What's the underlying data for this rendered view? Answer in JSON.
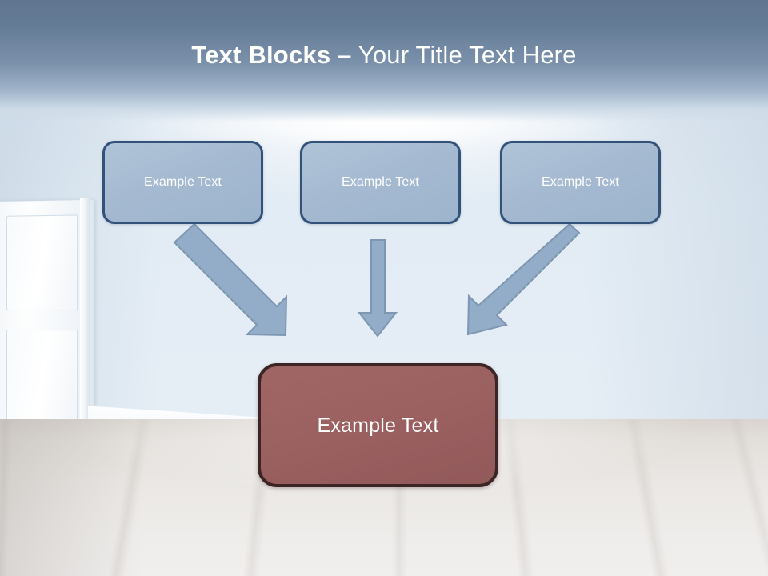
{
  "slide": {
    "title_strong": "Text Blocks –",
    "title_light": "Your Title Text Here",
    "background_description": "empty room with light blue walls, white paneled door and pale wood floor"
  },
  "colors": {
    "banner_top": "#5f7590",
    "banner_bottom": "#cfdce8",
    "blue_box_fill": "#a5bad1",
    "blue_box_border": "#33527a",
    "red_box_fill": "#9b6060",
    "red_box_border": "#3b2525",
    "arrow_fill": "#93acc7",
    "arrow_stroke": "#7d96b1",
    "box_text": "#ffffff",
    "title_text": "#ffffff",
    "wall": "#e2ecf4",
    "floor": "#eae7e4"
  },
  "top_boxes": [
    {
      "id": "box1",
      "label": "Example Text"
    },
    {
      "id": "box2",
      "label": "Example Text"
    },
    {
      "id": "box3",
      "label": "Example Text"
    }
  ],
  "bottom_box": {
    "label": "Example Text"
  },
  "arrows": [
    {
      "name": "arrow-left-diagonal",
      "direction": "down-right",
      "from_box": "box1",
      "to_box": "bottom-box"
    },
    {
      "name": "arrow-center-vertical",
      "direction": "down",
      "from_box": "box2",
      "to_box": "bottom-box"
    },
    {
      "name": "arrow-right-diagonal",
      "direction": "down-left",
      "from_box": "box3",
      "to_box": "bottom-box"
    }
  ]
}
